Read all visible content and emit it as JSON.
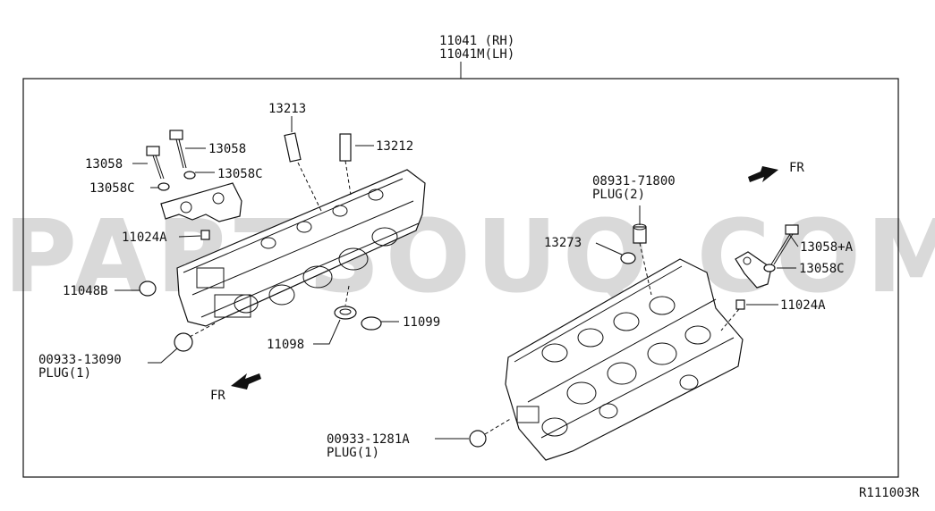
{
  "header": {
    "part_rh": "11041 (RH)",
    "part_lh": "11041M(LH)"
  },
  "watermark": "PARTSOUQ.COM",
  "left_head": {
    "labels": {
      "p13213": "13213",
      "p13212": "13212",
      "p13058_upper": "13058",
      "p13058_left": "13058",
      "p13058c_right": "13058C",
      "p13058c_left": "13058C",
      "p11024a": "11024A",
      "p11048b": "11048B",
      "plug_num": "00933-13090",
      "plug_text": "PLUG(1)",
      "p11098": "11098",
      "p11099": "11099",
      "fr": "FR"
    }
  },
  "right_head": {
    "labels": {
      "plug2_num": "08931-71800",
      "plug2_text": "PLUG(2)",
      "p13273": "13273",
      "p13058a": "13058+A",
      "p13058c": "13058C",
      "p11024a": "11024A",
      "plug1_num": "00933-1281A",
      "plug1_text": "PLUG(1)",
      "fr": "FR"
    }
  },
  "footer": {
    "ref": "R111003R"
  }
}
